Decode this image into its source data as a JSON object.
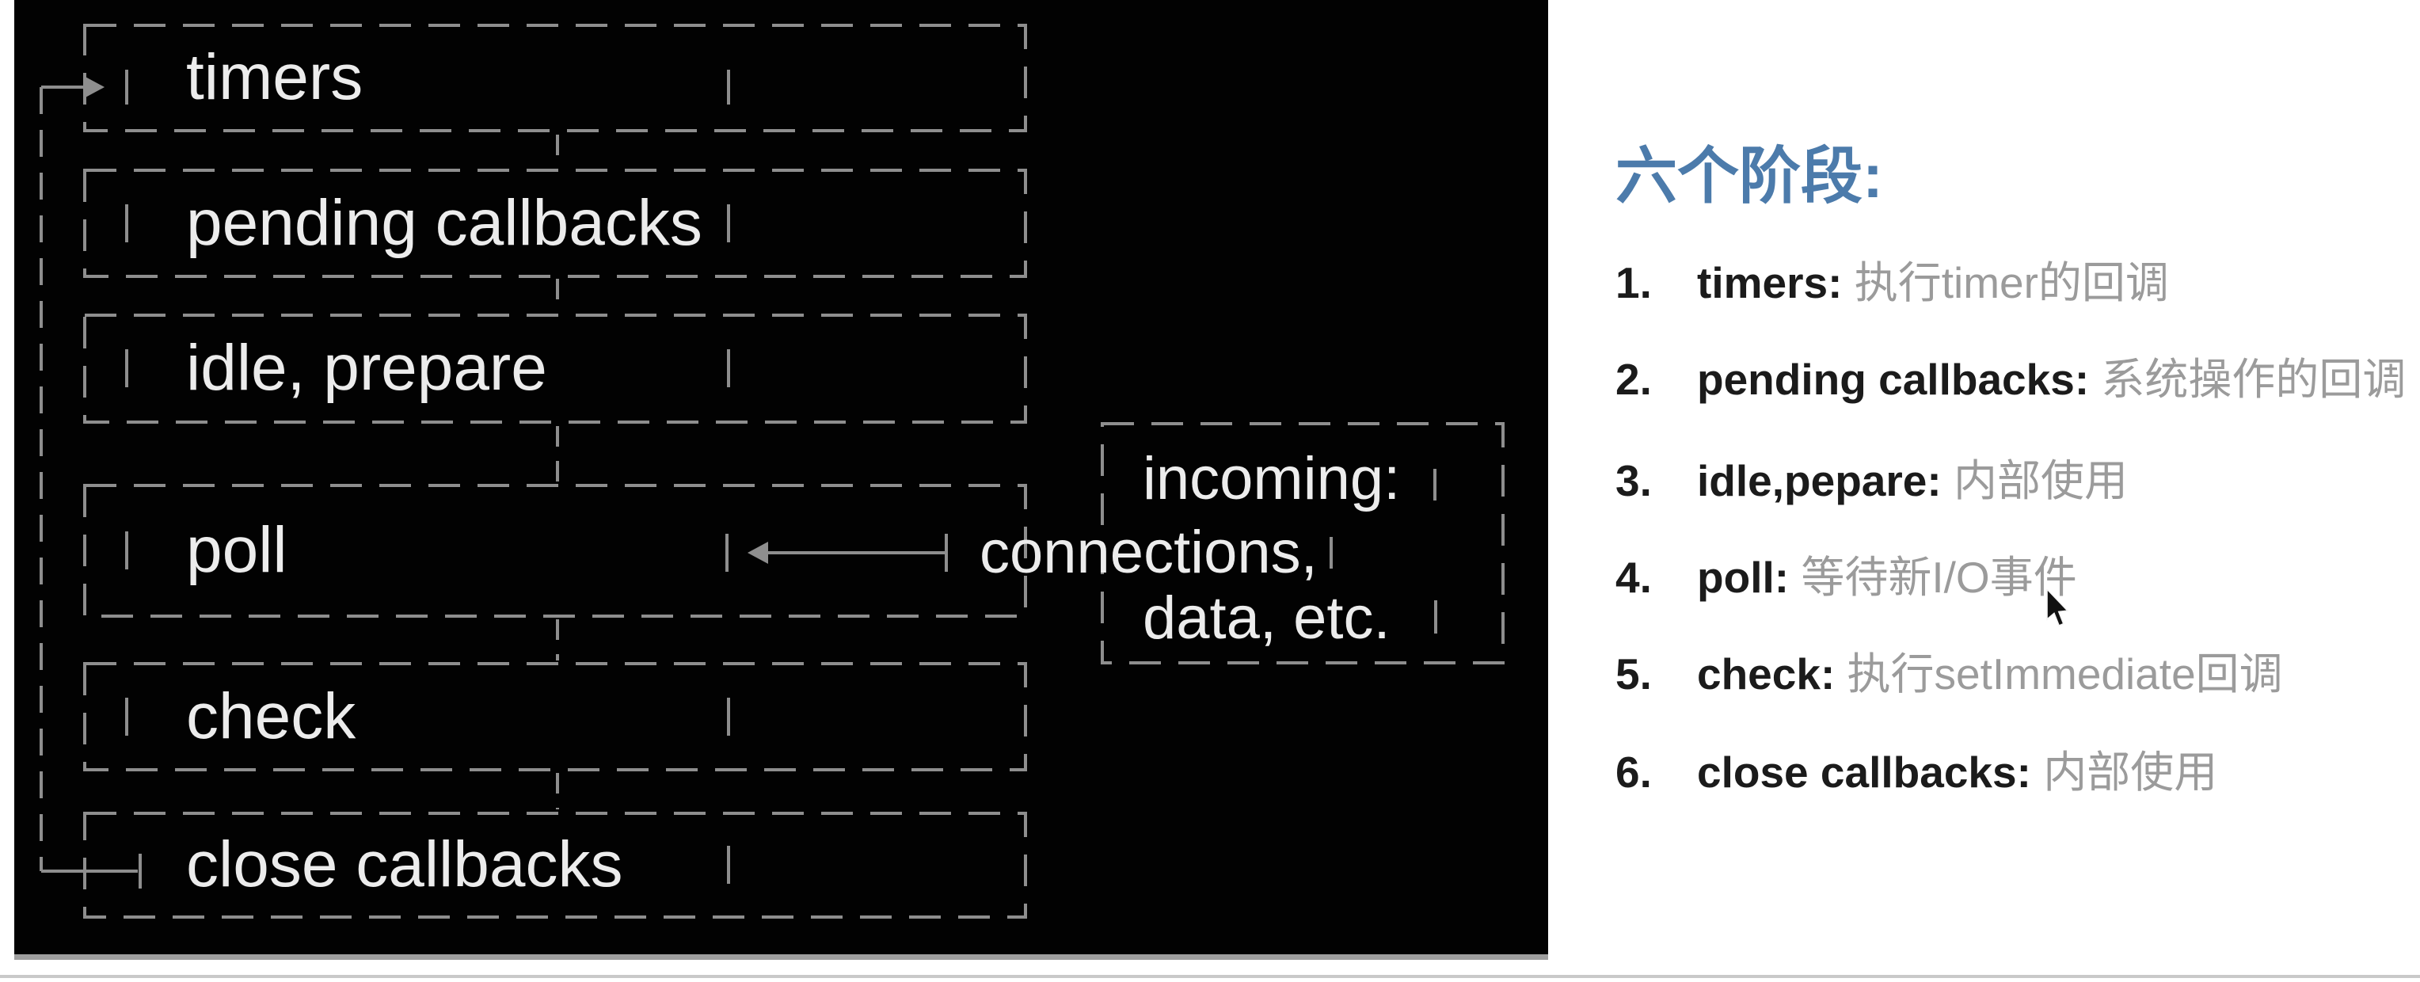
{
  "diagram": {
    "boxes": [
      {
        "label": "timers"
      },
      {
        "label": "pending callbacks"
      },
      {
        "label": "idle, prepare"
      },
      {
        "label": "poll"
      },
      {
        "label": "check"
      },
      {
        "label": "close callbacks"
      }
    ],
    "side_box": {
      "lines": [
        "incoming:",
        "connections,",
        "data, etc."
      ]
    }
  },
  "panel": {
    "title": "六个阶段:",
    "items": [
      {
        "num": "1.",
        "label": "timers:",
        "desc": "执行timer的回调"
      },
      {
        "num": "2.",
        "label": "pending callbacks:",
        "desc": "系统操作的回调"
      },
      {
        "num": "3.",
        "label": "idle,pepare:",
        "desc": "内部使用"
      },
      {
        "num": "4.",
        "label": "poll:",
        "desc": "等待新I/O事件"
      },
      {
        "num": "5.",
        "label": "check:",
        "desc": "执行setImmediate回调"
      },
      {
        "num": "6.",
        "label": "close callbacks:",
        "desc": "内部使用"
      }
    ]
  },
  "colors": {
    "panel_bg": "#020202",
    "dash_gray": "#8e8e8e",
    "box_text": "#ececec",
    "title_blue": "#4c7bab",
    "item_text": "#1b1b1b",
    "desc_gray": "#9b9b9b"
  }
}
